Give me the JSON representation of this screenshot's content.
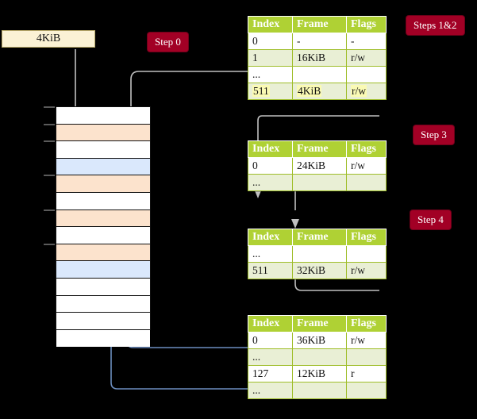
{
  "diagram": {
    "title_absent": true,
    "background_color": "#000000",
    "accent_badge_color": "#A20025",
    "table_header_color": "#AFD134",
    "table_alt_row_color": "#E9EFD5",
    "highlight_color": "#FAFAB4",
    "memory_orange_color": "#FCE3CD",
    "memory_blue_color": "#DAE8FC",
    "page_box_color": "#FBF2D5"
  },
  "badges": [
    {
      "id": "step0",
      "label": "Step 0"
    },
    {
      "id": "steps12",
      "label": "Steps 1&2"
    },
    {
      "id": "step3",
      "label": "Step 3"
    },
    {
      "id": "step4",
      "label": "Step 4"
    }
  ],
  "page_box": {
    "label": "4KiB"
  },
  "columns": [
    "Index",
    "Frame",
    "Flags"
  ],
  "tables": [
    {
      "id": "table-level-0",
      "rows": [
        {
          "cells": [
            "0",
            "-",
            "-"
          ],
          "style": "plain"
        },
        {
          "cells": [
            "1",
            "16KiB",
            "r/w"
          ],
          "style": "alt"
        },
        {
          "cells": [
            "...",
            "",
            ""
          ],
          "style": "plain"
        },
        {
          "cells": [
            "511",
            "4KiB",
            "r/w"
          ],
          "style": "hlrow"
        }
      ]
    },
    {
      "id": "table-level-1",
      "rows": [
        {
          "cells": [
            "0",
            "24KiB",
            "r/w"
          ],
          "style": "plain"
        },
        {
          "cells": [
            "...",
            "",
            ""
          ],
          "style": "alt"
        }
      ]
    },
    {
      "id": "table-level-2",
      "rows": [
        {
          "cells": [
            "...",
            "",
            ""
          ],
          "style": "plain"
        },
        {
          "cells": [
            "511",
            "32KiB",
            "r/w"
          ],
          "style": "alt"
        }
      ]
    },
    {
      "id": "table-level-3",
      "rows": [
        {
          "cells": [
            "0",
            "36KiB",
            "r/w"
          ],
          "style": "plain"
        },
        {
          "cells": [
            "...",
            "",
            ""
          ],
          "style": "alt"
        },
        {
          "cells": [
            "127",
            "12KiB",
            "r"
          ],
          "style": "plain"
        },
        {
          "cells": [
            "...",
            "",
            ""
          ],
          "style": "alt"
        }
      ]
    }
  ],
  "memory_column": {
    "rows": [
      {
        "fill": "white",
        "tick": true
      },
      {
        "fill": "orange",
        "tick": true
      },
      {
        "fill": "white",
        "tick": true
      },
      {
        "fill": "blue",
        "tick": false
      },
      {
        "fill": "orange",
        "tick": true
      },
      {
        "fill": "white",
        "tick": false
      },
      {
        "fill": "orange",
        "tick": true
      },
      {
        "fill": "white",
        "tick": false
      },
      {
        "fill": "orange",
        "tick": true
      },
      {
        "fill": "blue",
        "tick": false
      },
      {
        "fill": "white",
        "tick": false
      },
      {
        "fill": "white",
        "tick": false
      },
      {
        "fill": "white",
        "tick": false
      },
      {
        "fill": "white",
        "tick": false
      }
    ]
  }
}
